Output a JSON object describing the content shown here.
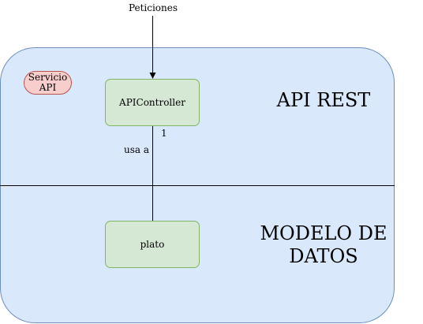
{
  "diagram": {
    "incoming_label": "Peticiones",
    "service_badge": {
      "line1": "Servicio",
      "line2": "API"
    },
    "controller": "APIController",
    "entity": "plato",
    "layer_top_title": "API REST",
    "layer_bottom_title": {
      "line1": "MODELO DE",
      "line2": "DATOS"
    },
    "edge_label": "usa a",
    "multiplicity": "1"
  },
  "colors": {
    "container_fill": "#dae8fc",
    "container_stroke": "#6c8ebf",
    "node_fill": "#d5e8d4",
    "node_stroke": "#82b366",
    "badge_fill": "#f8cecc",
    "badge_stroke": "#b85450",
    "line": "#000000"
  }
}
